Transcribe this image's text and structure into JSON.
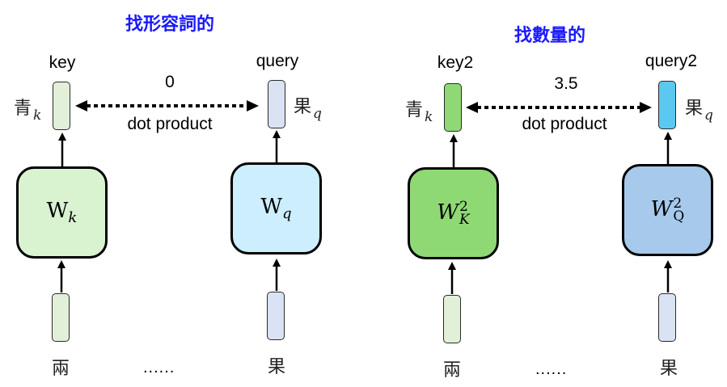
{
  "panels": [
    {
      "title": "找形容詞的",
      "key_label": "key",
      "query_label": "query",
      "score": "0",
      "relation_label": "dot product",
      "key_token": {
        "char": "青",
        "sub": "k"
      },
      "query_token": {
        "char": "果",
        "sub": "q"
      },
      "key_matrix": {
        "base": "W",
        "sub": "k",
        "sup": ""
      },
      "query_matrix": {
        "base": "W",
        "sub": "q",
        "sup": ""
      },
      "input_left": "兩",
      "input_right": "果",
      "ellipsis": "......",
      "colors": {
        "key_vector": "#e2efd9",
        "query_vector": "#dae3f3",
        "key_matrix": "#d9f2d0",
        "query_matrix": "#cdeefd",
        "input_left_vector": "#e2efd9",
        "input_right_vector": "#dae3f3"
      }
    },
    {
      "title": "找數量的",
      "key_label": "key2",
      "query_label": "query2",
      "score": "3.5",
      "relation_label": "dot product",
      "key_token": {
        "char": "青",
        "sub": "k"
      },
      "query_token": {
        "char": "果",
        "sub": "q"
      },
      "key_matrix": {
        "base": "W",
        "sub": "K",
        "sup": "2"
      },
      "query_matrix": {
        "base": "W",
        "sub": "Q",
        "sup": "2"
      },
      "input_left": "兩",
      "input_right": "果",
      "ellipsis": "......",
      "colors": {
        "key_vector": "#8fd974",
        "query_vector": "#5bc8f0",
        "key_matrix": "#8fd974",
        "query_matrix": "#a6c9ec",
        "input_left_vector": "#e2efd9",
        "input_right_vector": "#dae3f3"
      }
    }
  ]
}
